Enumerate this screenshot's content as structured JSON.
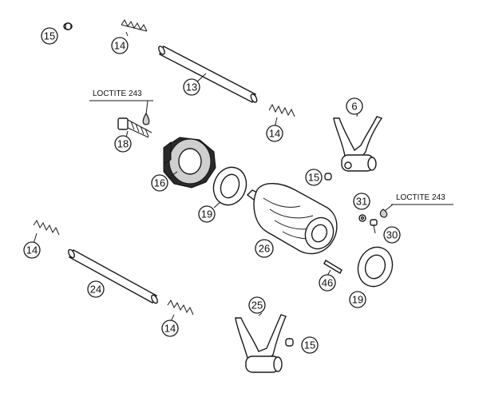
{
  "callouts": [
    {
      "id": "c15a",
      "label": "15"
    },
    {
      "id": "c14a",
      "label": "14"
    },
    {
      "id": "c13",
      "label": "13"
    },
    {
      "id": "c6",
      "label": "6"
    },
    {
      "id": "c14b",
      "label": "14"
    },
    {
      "id": "c18",
      "label": "18"
    },
    {
      "id": "c16",
      "label": "16"
    },
    {
      "id": "c15b",
      "label": "15"
    },
    {
      "id": "c19a",
      "label": "19"
    },
    {
      "id": "c31",
      "label": "31"
    },
    {
      "id": "c30",
      "label": "30"
    },
    {
      "id": "c14c",
      "label": "14"
    },
    {
      "id": "c26",
      "label": "26",
      "highlight": true
    },
    {
      "id": "c24",
      "label": "24"
    },
    {
      "id": "c46",
      "label": "46"
    },
    {
      "id": "c19b",
      "label": "19"
    },
    {
      "id": "c25",
      "label": "25"
    },
    {
      "id": "c14d",
      "label": "14"
    },
    {
      "id": "c15c",
      "label": "15"
    }
  ],
  "notes": {
    "loctite_left": "LOCTITE 243",
    "loctite_right": "LOCTITE 243"
  },
  "colors": {
    "highlight": "#e8701a",
    "line": "#1a1a1a"
  }
}
